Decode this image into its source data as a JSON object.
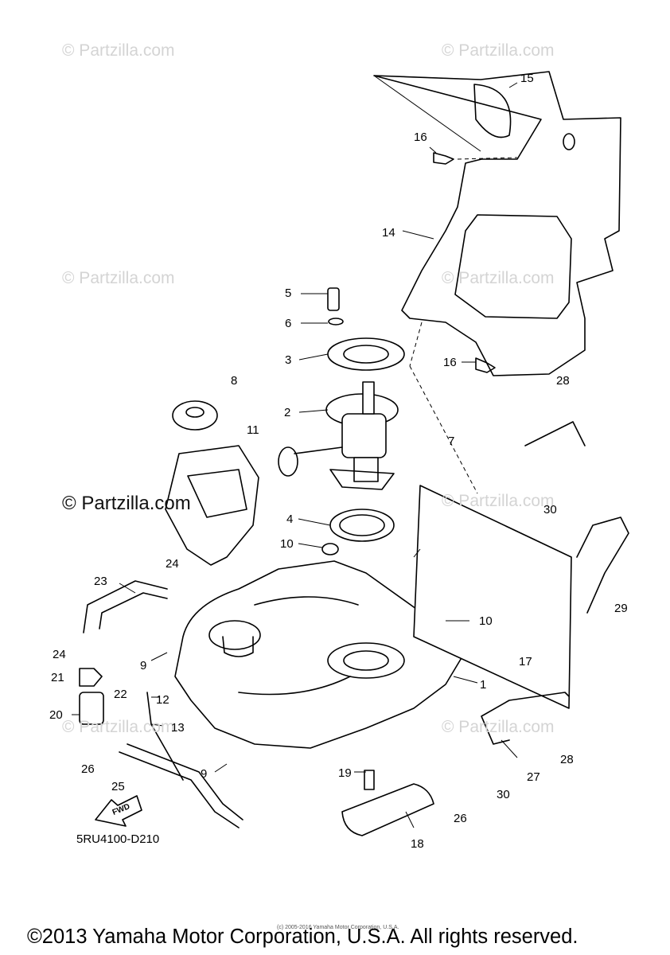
{
  "watermarks": [
    {
      "text": "© Partzilla.com"
    },
    {
      "text": "© Partzilla.com"
    },
    {
      "text": "© Partzilla.com"
    },
    {
      "text": "© Partzilla.com"
    },
    {
      "text": "© Partzilla.com"
    },
    {
      "text": "© Partzilla.com"
    },
    {
      "text": "© Partzilla.com"
    }
  ],
  "watermark_dark": {
    "text": "© Partzilla.com"
  },
  "callouts": [
    "15",
    "16",
    "14",
    "5",
    "6",
    "3",
    "16",
    "28",
    "8",
    "2",
    "11",
    "7",
    "4",
    "30",
    "10",
    "24",
    "23",
    "10",
    "29",
    "24",
    "9",
    "1",
    "17",
    "21",
    "22",
    "12",
    "20",
    "13",
    "28",
    "26",
    "9",
    "19",
    "27",
    "30",
    "25",
    "26",
    "18"
  ],
  "part_code": "5RU4100-D210",
  "fwd_label": "FWD",
  "tiny_copyright": "(c) 2005-2016 Yamaha Motor Corporation, U.S.A.",
  "copyright": "©2013 Yamaha Motor Corporation, U.S.A. All rights reserved."
}
